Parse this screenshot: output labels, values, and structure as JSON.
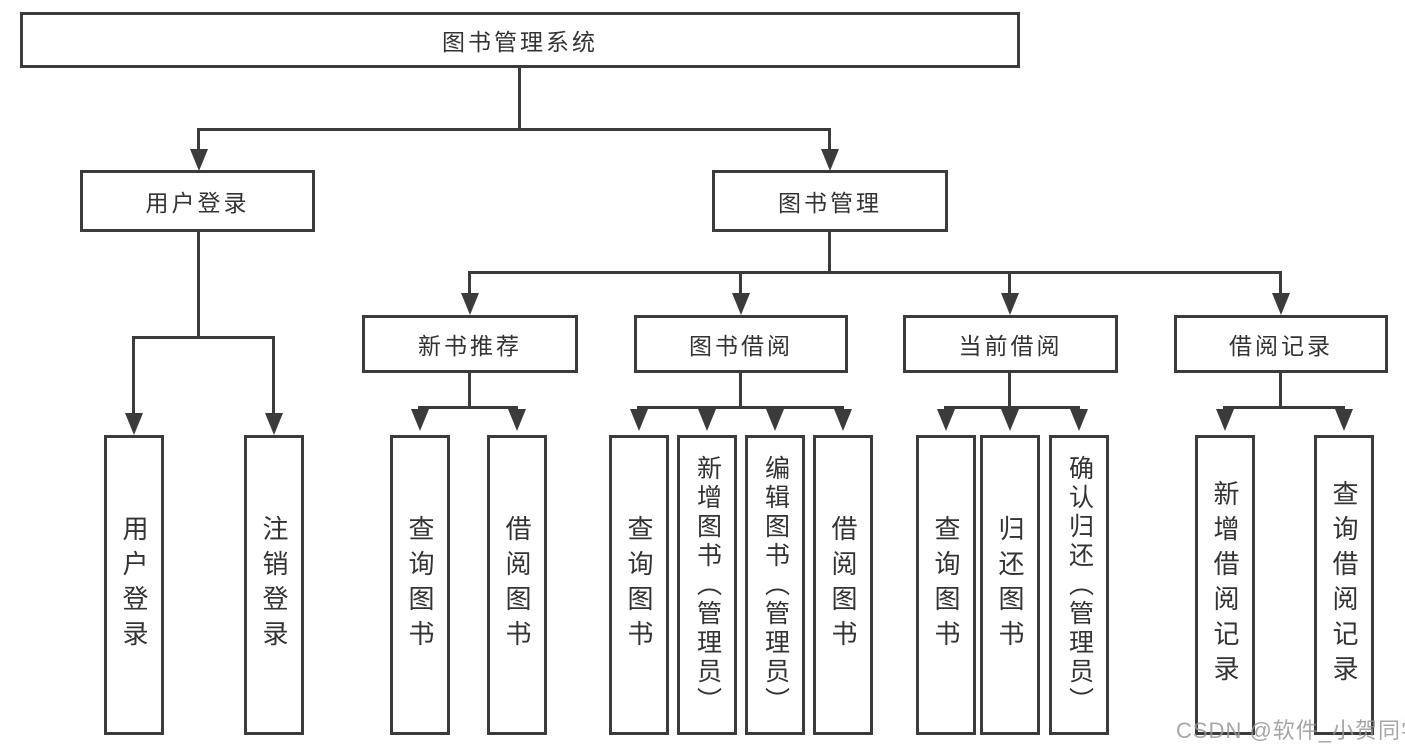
{
  "tree": {
    "root": {
      "label": "图书管理系统"
    },
    "level2": [
      {
        "label": "用户登录",
        "children": [
          {
            "label": "用户登录"
          },
          {
            "label": "注销登录"
          }
        ]
      },
      {
        "label": "图书管理",
        "children": [
          {
            "label": "新书推荐",
            "children": [
              {
                "label": "查询图书"
              },
              {
                "label": "借阅图书"
              }
            ]
          },
          {
            "label": "图书借阅",
            "children": [
              {
                "label": "查询图书"
              },
              {
                "label": "新增图书（管理员）"
              },
              {
                "label": "编辑图书（管理员）"
              },
              {
                "label": "借阅图书"
              }
            ]
          },
          {
            "label": "当前借阅",
            "children": [
              {
                "label": "查询图书"
              },
              {
                "label": "归还图书"
              },
              {
                "label": "确认归还（管理员）"
              }
            ]
          },
          {
            "label": "借阅记录",
            "children": [
              {
                "label": "新增借阅记录"
              },
              {
                "label": "查询借阅记录"
              }
            ]
          }
        ]
      }
    ]
  },
  "watermark": "CSDN @软件_小贺同学",
  "colors": {
    "line": "#3b3b3b",
    "text": "#333333",
    "watermark": "#969696",
    "background": "#ffffff"
  }
}
